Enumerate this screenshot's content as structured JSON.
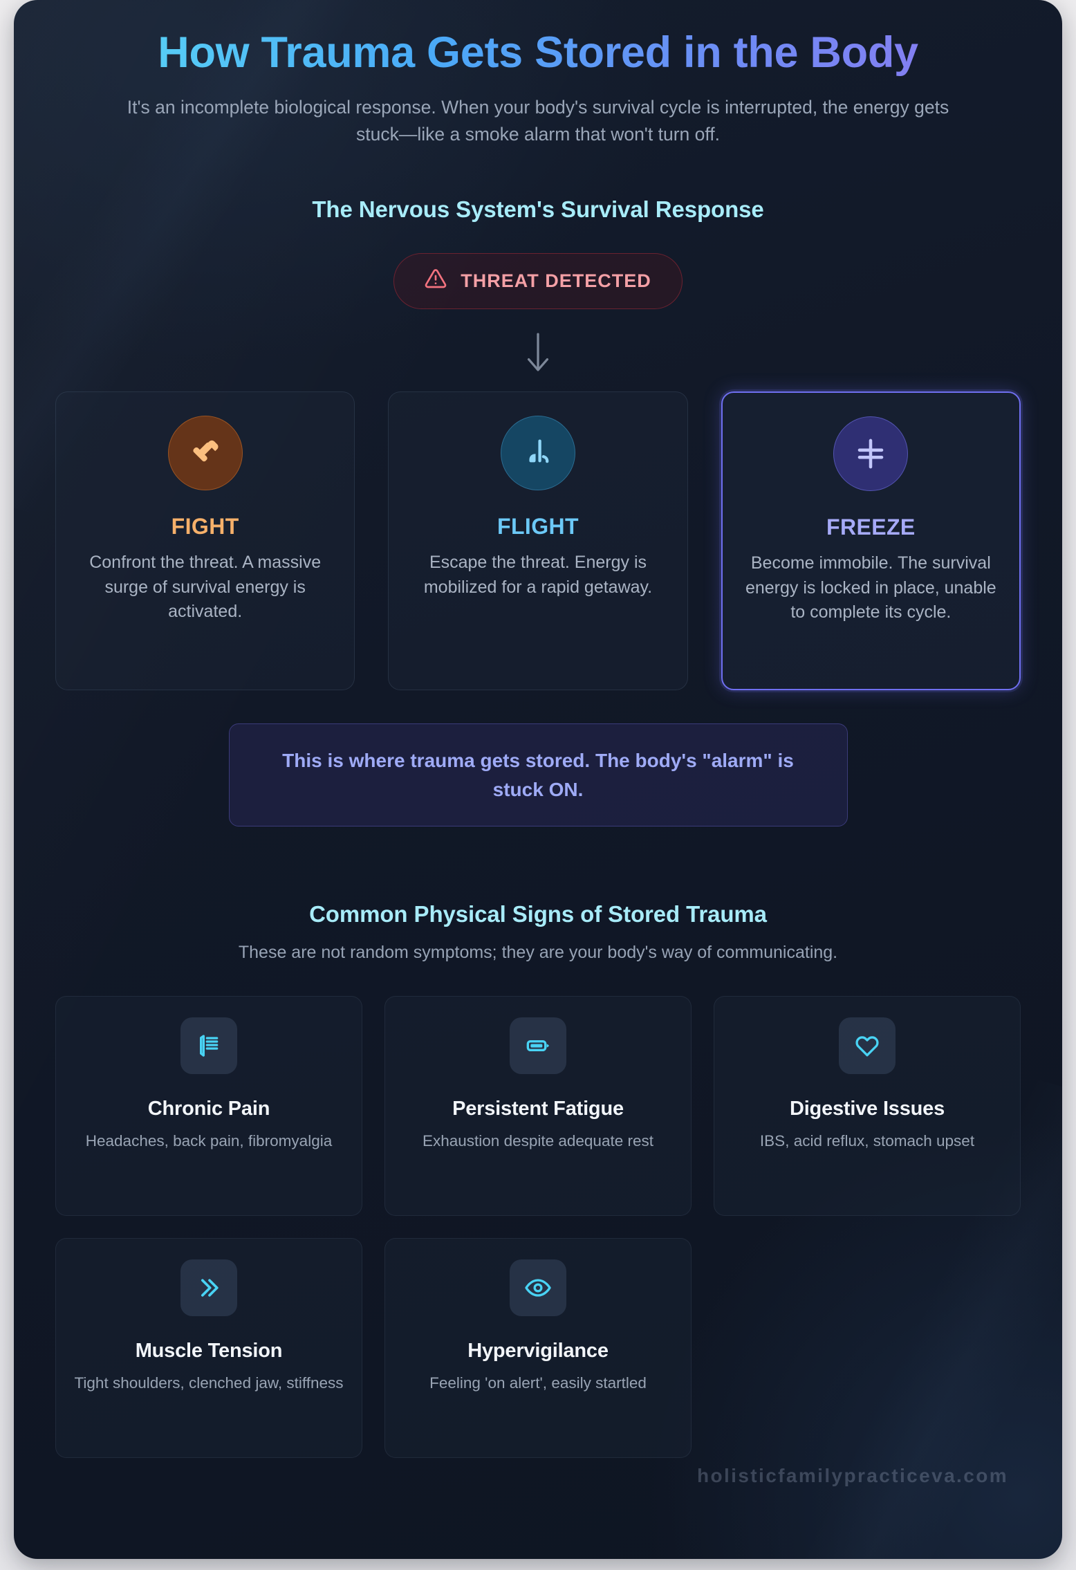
{
  "header": {
    "title": "How Trauma Gets Stored in the Body",
    "subtitle": "It's an incomplete biological response. When your body's survival cycle is interrupted, the energy gets stuck—like a smoke alarm that won't turn off."
  },
  "survival_section": {
    "heading": "The Nervous System's Survival Response",
    "threat_badge": {
      "label": "THREAT DETECTED",
      "icon": "warning-triangle-icon",
      "color": "#f4a0a6",
      "border_color": "#6b2230"
    },
    "arrow_icon": "arrow-down-icon",
    "responses": [
      {
        "label": "FIGHT",
        "description": "Confront the threat. A massive surge of survival energy is activated.",
        "icon": "fist-icon",
        "accent": "#f6b06a",
        "circle_bg": "#653419",
        "highlighted": false
      },
      {
        "label": "FLIGHT",
        "description": "Escape the threat. Energy is mobilized for a rapid getaway.",
        "icon": "running-footprint-icon",
        "accent": "#6cc9f7",
        "circle_bg": "#154663",
        "highlighted": false
      },
      {
        "label": "FREEZE",
        "description": "Become immobile. The survival energy is locked in place, unable to complete its cycle.",
        "icon": "snowflake-cross-icon",
        "accent": "#a6aaf8",
        "circle_bg": "#2f2f73",
        "highlighted": true
      }
    ],
    "note": "This is where trauma gets stored. The body's \"alarm\" is stuck ON.",
    "note_color": "#9fabf6"
  },
  "signs_section": {
    "heading": "Common Physical Signs of Stored Trauma",
    "subheading": "These are not random symptoms; they are your body's way of communicating.",
    "symptoms": [
      {
        "title": "Chronic Pain",
        "description": "Headaches, back pain, fibromyalgia",
        "icon": "book-list-icon"
      },
      {
        "title": "Persistent Fatigue",
        "description": "Exhaustion despite adequate rest",
        "icon": "battery-icon"
      },
      {
        "title": "Digestive Issues",
        "description": "IBS, acid reflux, stomach upset",
        "icon": "heart-icon"
      },
      {
        "title": "Muscle Tension",
        "description": "Tight shoulders, clenched jaw, stiffness",
        "icon": "double-chevron-right-icon"
      },
      {
        "title": "Hypervigilance",
        "description": "Feeling 'on alert', easily startled",
        "icon": "eye-icon"
      }
    ],
    "icon_color": "#49d3f4"
  },
  "watermark": "holisticfamilypracticeva.com"
}
